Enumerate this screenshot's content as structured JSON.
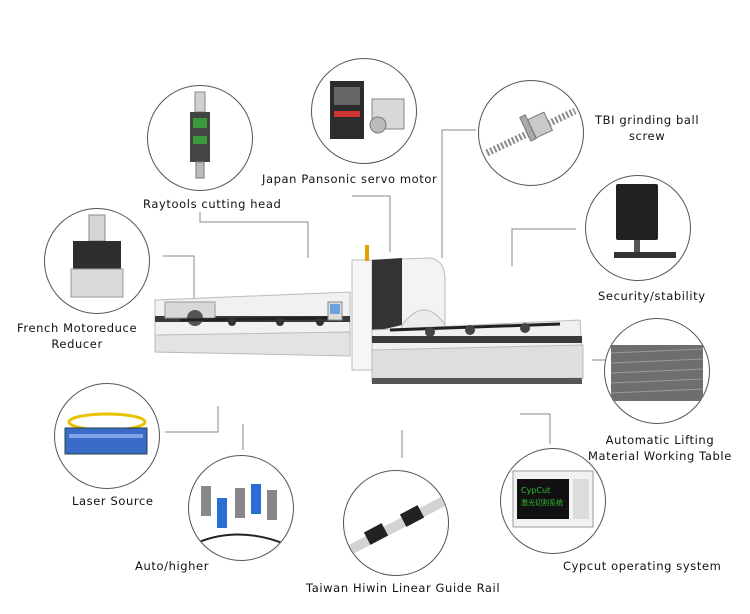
{
  "components": [
    {
      "id": "raytools",
      "label": "Raytools cutting head"
    },
    {
      "id": "servo",
      "label": "Japan Pansonic servo motor"
    },
    {
      "id": "ballscrew",
      "label_line1": "TBI grinding ball",
      "label_line2": "screw"
    },
    {
      "id": "security",
      "label": "Security/stability"
    },
    {
      "id": "motoreduce",
      "label_line1": "French Motoreduce",
      "label_line2": "Reducer"
    },
    {
      "id": "lifting",
      "label_line1": "Automatic Lifting",
      "label_line2": "Material Working Table"
    },
    {
      "id": "laser",
      "label": "Laser Source"
    },
    {
      "id": "autohigher",
      "label": "Auto/higher"
    },
    {
      "id": "guiderail",
      "label": "Taiwan Hiwin Linear Guide Rail"
    },
    {
      "id": "cypcut",
      "label": "Cypcut operating system",
      "screen_title": "CypCut",
      "screen_sub": "激光切割系统"
    }
  ],
  "colors": {
    "line": "#777777",
    "machine_white": "#f4f4f4",
    "machine_dark": "#3a3a3a",
    "accent_blue": "#2a6fd6"
  }
}
